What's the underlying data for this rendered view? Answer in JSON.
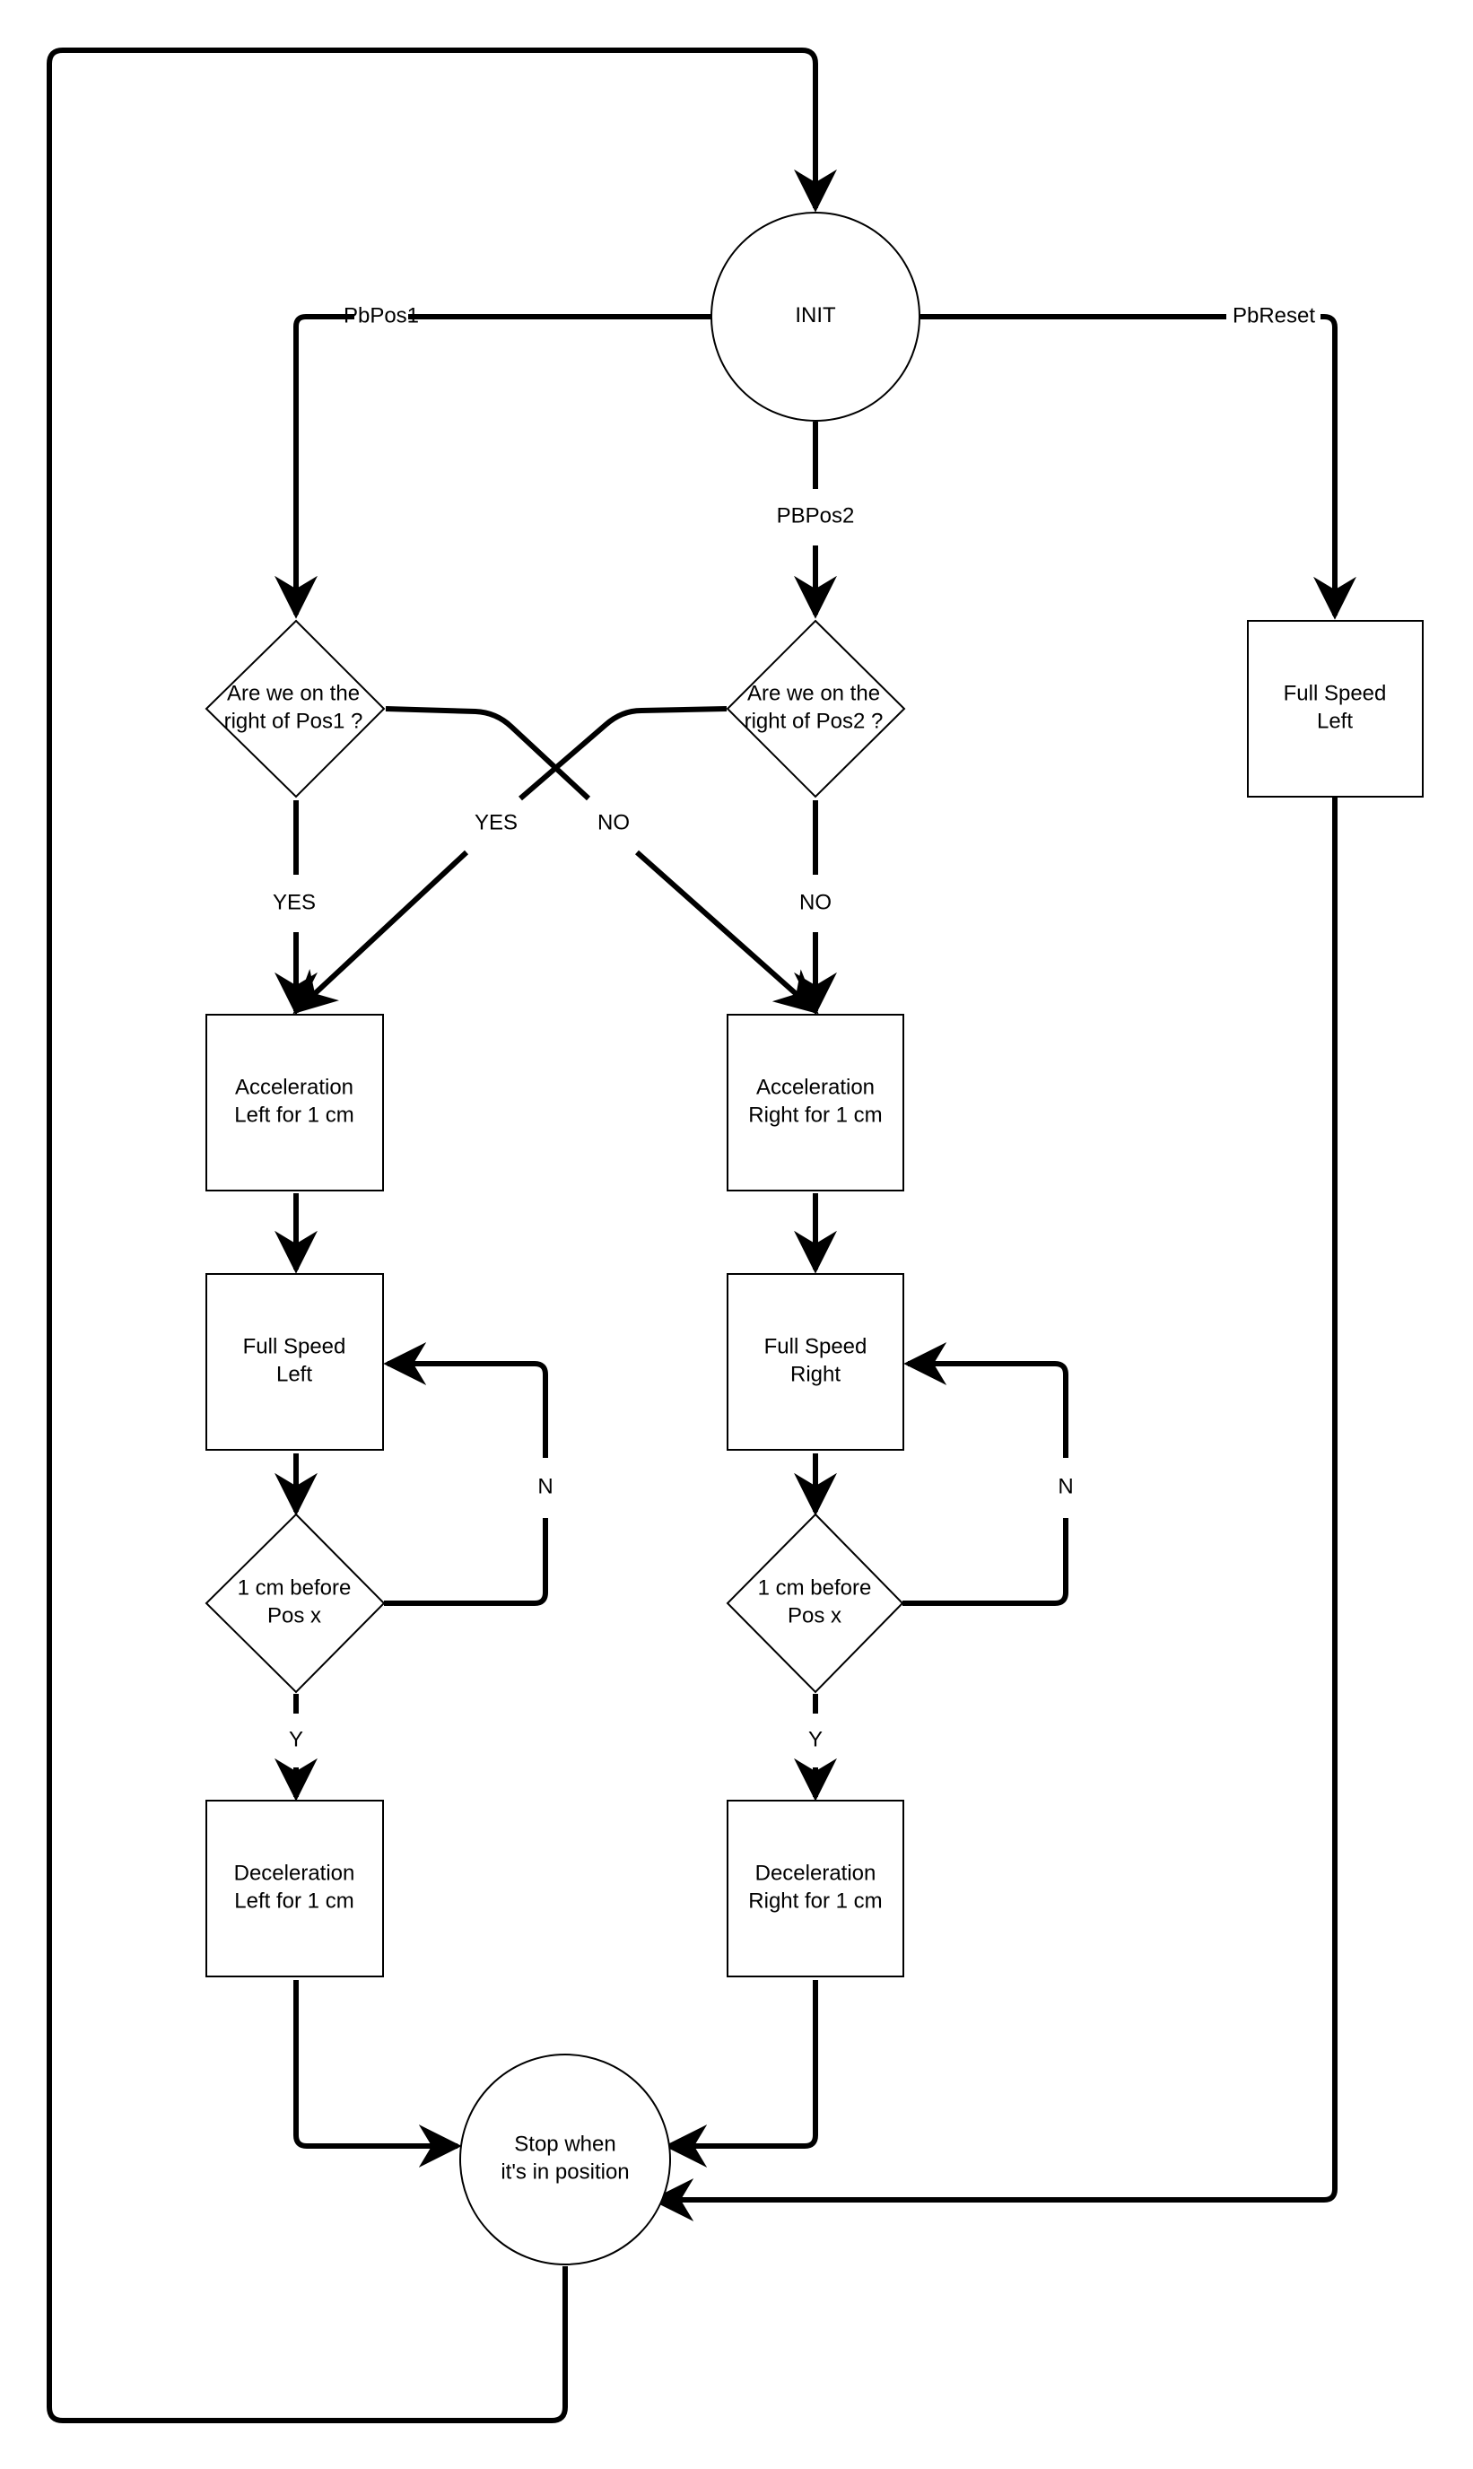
{
  "nodes": {
    "init": {
      "shape": "circle",
      "lines": [
        "INIT"
      ]
    },
    "decision_pos1": {
      "shape": "diamond",
      "lines": [
        "Are we on the",
        "right of Pos1 ?"
      ]
    },
    "decision_pos2": {
      "shape": "diamond",
      "lines": [
        "Are we on the",
        "right of Pos2 ?"
      ]
    },
    "full_speed_left_reset": {
      "shape": "rect",
      "lines": [
        "Full Speed",
        "Left"
      ]
    },
    "accel_left": {
      "shape": "rect",
      "lines": [
        "Acceleration",
        "Left for 1 cm"
      ]
    },
    "accel_right": {
      "shape": "rect",
      "lines": [
        "Acceleration",
        "Right for 1 cm"
      ]
    },
    "full_speed_left": {
      "shape": "rect",
      "lines": [
        "Full Speed",
        "Left"
      ]
    },
    "full_speed_right": {
      "shape": "rect",
      "lines": [
        "Full Speed",
        "Right"
      ]
    },
    "check_left": {
      "shape": "diamond",
      "lines": [
        "1 cm before",
        "Pos x"
      ]
    },
    "check_right": {
      "shape": "diamond",
      "lines": [
        "1 cm before",
        "Pos x"
      ]
    },
    "decel_left": {
      "shape": "rect",
      "lines": [
        "Deceleration",
        "Left for 1 cm"
      ]
    },
    "decel_right": {
      "shape": "rect",
      "lines": [
        "Deceleration",
        "Right for 1 cm"
      ]
    },
    "stop": {
      "shape": "circle",
      "lines": [
        "Stop when",
        "it's in position"
      ]
    }
  },
  "edges": [
    {
      "id": "loop-back",
      "from": "stop",
      "to": "init",
      "label": ""
    },
    {
      "id": "init-pbpos1",
      "from": "init",
      "to": "decision_pos1",
      "label": "PbPos1"
    },
    {
      "id": "init-pbpos2",
      "from": "init",
      "to": "decision_pos2",
      "label": "PBPos2"
    },
    {
      "id": "init-pbreset",
      "from": "init",
      "to": "full_speed_left_reset",
      "label": "PbReset"
    },
    {
      "id": "pos1-yes",
      "from": "decision_pos1",
      "to": "accel_left",
      "label": "YES"
    },
    {
      "id": "pos1-no",
      "from": "decision_pos1",
      "to": "accel_right",
      "label": "NO"
    },
    {
      "id": "pos2-yes",
      "from": "decision_pos2",
      "to": "accel_left",
      "label": "YES"
    },
    {
      "id": "pos2-no",
      "from": "decision_pos2",
      "to": "accel_right",
      "label": "NO"
    },
    {
      "id": "accel-left-next",
      "from": "accel_left",
      "to": "full_speed_left",
      "label": ""
    },
    {
      "id": "accel-right-next",
      "from": "accel_right",
      "to": "full_speed_right",
      "label": ""
    },
    {
      "id": "fsl-next",
      "from": "full_speed_left",
      "to": "check_left",
      "label": ""
    },
    {
      "id": "fsr-next",
      "from": "full_speed_right",
      "to": "check_right",
      "label": ""
    },
    {
      "id": "check-left-n",
      "from": "check_left",
      "to": "full_speed_left",
      "label": "N"
    },
    {
      "id": "check-right-n",
      "from": "check_right",
      "to": "full_speed_right",
      "label": "N"
    },
    {
      "id": "check-left-y",
      "from": "check_left",
      "to": "decel_left",
      "label": "Y"
    },
    {
      "id": "check-right-y",
      "from": "check_right",
      "to": "decel_right",
      "label": "Y"
    },
    {
      "id": "decel-left-stop",
      "from": "decel_left",
      "to": "stop",
      "label": ""
    },
    {
      "id": "decel-right-stop",
      "from": "decel_right",
      "to": "stop",
      "label": ""
    },
    {
      "id": "reset-stop",
      "from": "full_speed_left_reset",
      "to": "stop",
      "label": ""
    }
  ]
}
